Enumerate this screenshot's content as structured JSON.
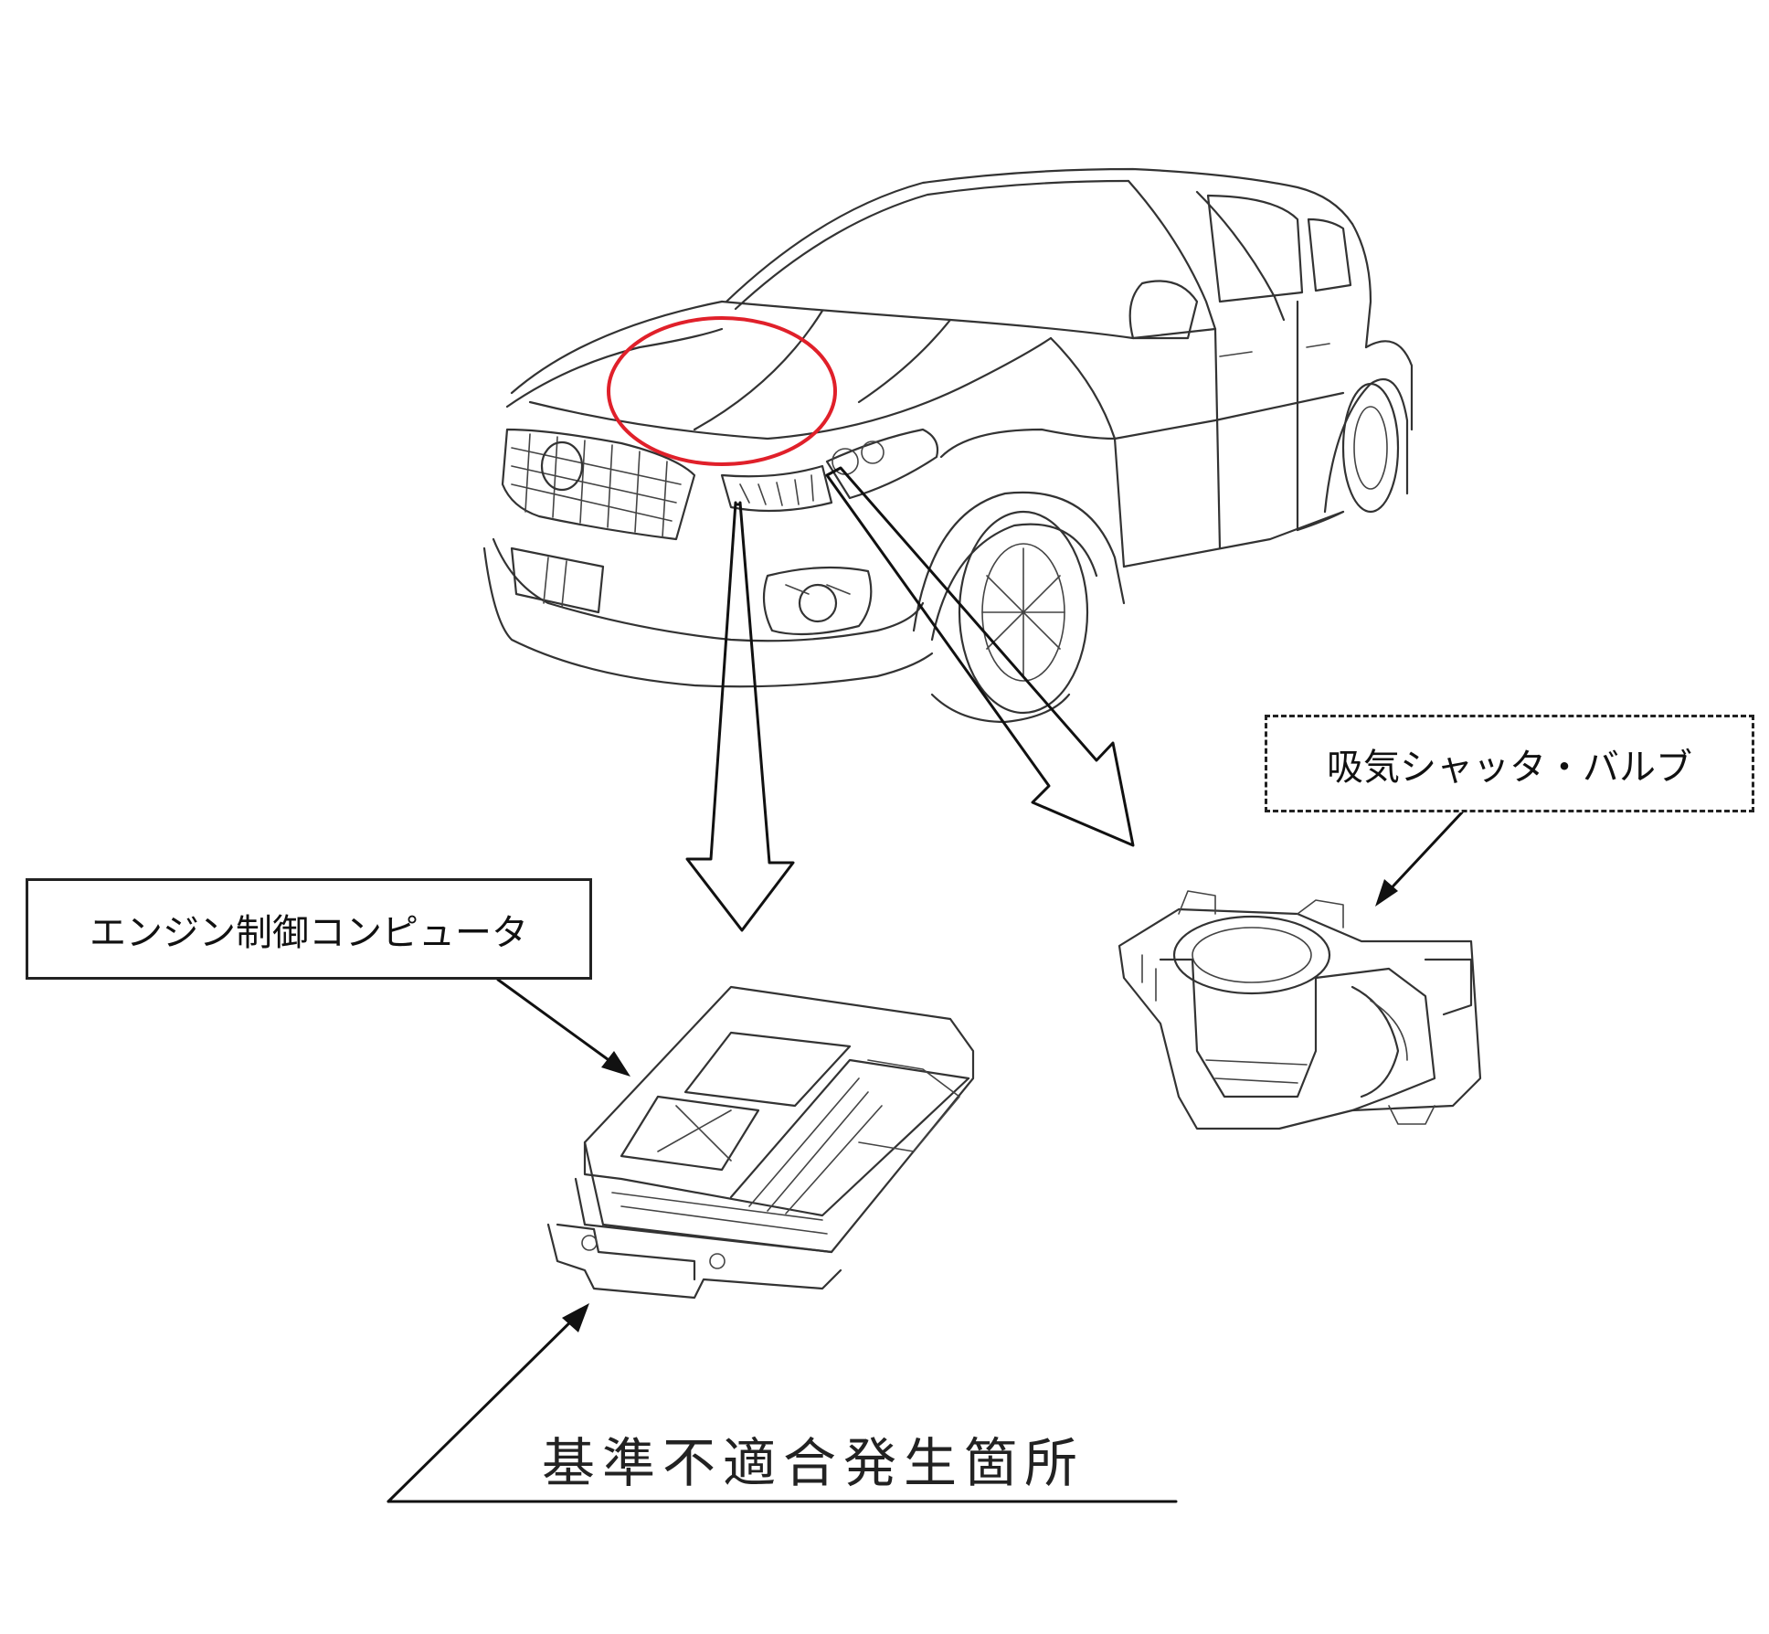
{
  "labels": {
    "ecu": "エンジン制御コンピュータ",
    "valve": "吸気シャッタ・バルブ",
    "defect": "基準不適合発生箇所"
  },
  "icons": {
    "car": "suv-line-drawing",
    "ecu": "engine-control-computer-drawing",
    "valve": "intake-shutter-valve-drawing",
    "highlight": "red-ellipse"
  },
  "colors": {
    "highlight": "#e0202a",
    "line": "#333333"
  }
}
